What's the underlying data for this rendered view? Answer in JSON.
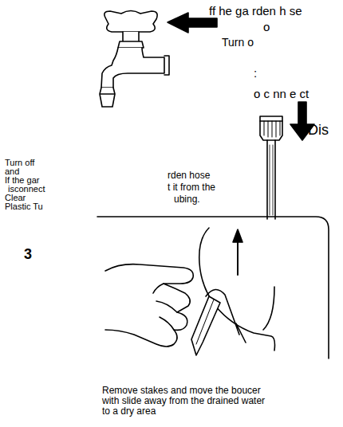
{
  "diagram": {
    "labels": [
      "Turn o",
      "ff he ga rden h se",
      "o",
      ":",
      "Turn off",
      "and",
      "If the gar",
      "isconnect",
      "Clear",
      "Plastic Tu",
      "rden hose",
      "t it from the",
      "ubing.",
      "o c nn e ct",
      "Dis",
      "3",
      "Remove stakes and move the boucer with slide away from the drained water to a dry area"
    ]
  }
}
